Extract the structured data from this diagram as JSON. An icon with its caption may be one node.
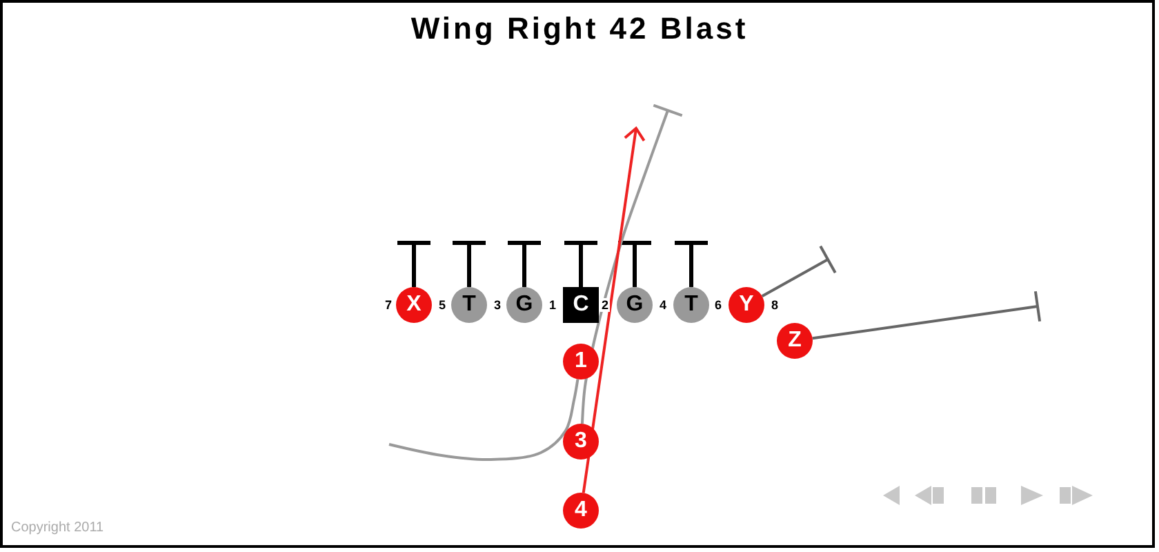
{
  "diagram": {
    "title": "Wing Right 42 Blast",
    "nodes": [
      {
        "text": [
          "X"
        ]
      },
      {
        "text": [
          "T"
        ]
      },
      {
        "text": [
          "G"
        ]
      },
      {
        "text": [
          "C"
        ]
      },
      {
        "text": [
          "G"
        ]
      },
      {
        "text": [
          "T"
        ]
      },
      {
        "text": [
          "Y"
        ]
      },
      {
        "text": [
          "Z"
        ]
      },
      {
        "text": [
          "1"
        ]
      },
      {
        "text": [
          "3"
        ]
      },
      {
        "text": [
          "4"
        ]
      }
    ],
    "edges": [
      {
        "from": 0,
        "to": null,
        "arrow": "other"
      },
      {
        "from": 1,
        "to": null,
        "arrow": "other"
      },
      {
        "from": 2,
        "to": null,
        "arrow": "other"
      },
      {
        "from": 3,
        "to": null,
        "arrow": "other"
      },
      {
        "from": 4,
        "to": null,
        "arrow": "other"
      },
      {
        "from": 5,
        "to": null,
        "arrow": "other"
      },
      {
        "from": 6,
        "to": null,
        "arrow": "other",
        "color": "#666666"
      },
      {
        "from": 7,
        "to": null,
        "arrow": "other",
        "color": "#666666"
      },
      {
        "from": 9,
        "to": null,
        "arrow": "other",
        "color": "#999999"
      },
      {
        "from": 8,
        "to": null,
        "arrow": "none",
        "color": "#999999"
      },
      {
        "from": 10,
        "to": null,
        "arrow": "to",
        "color": "#ee2222"
      }
    ],
    "labels": [
      "7",
      "5",
      "3",
      "1",
      "2",
      "4",
      "6",
      "8",
      "Copyright 2011"
    ]
  }
}
